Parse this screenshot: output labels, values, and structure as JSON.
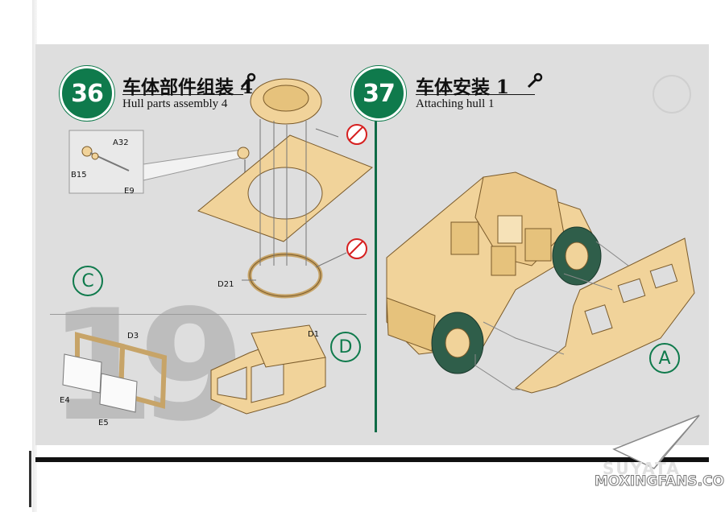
{
  "step36": {
    "number": "36",
    "title_cn": "车体部件组装 4",
    "title_en": "Hull parts assembly 4",
    "tool_icon": "wrench-icon",
    "parts": [
      "A32",
      "B15",
      "E9",
      "D21"
    ]
  },
  "step37": {
    "number": "37",
    "title_cn": "车体安装 1",
    "title_en": "Attaching hull 1",
    "tool_icon": "wrench-icon"
  },
  "subassembly_c": {
    "letter": "C",
    "parts": [
      "D3",
      "E4",
      "E5"
    ]
  },
  "subassembly_d": {
    "letter": "D",
    "parts": [
      "D1"
    ]
  },
  "callout_a": "A",
  "page_number": "19",
  "watermark": {
    "brand": "SUYATA",
    "site": "MOXINGFANS.COM"
  },
  "colors": {
    "accent_green": "#0f7a4c",
    "part_sand": "#f1d39a",
    "wheel_green": "#2f5e4a",
    "no_glue_red": "#d62020"
  }
}
